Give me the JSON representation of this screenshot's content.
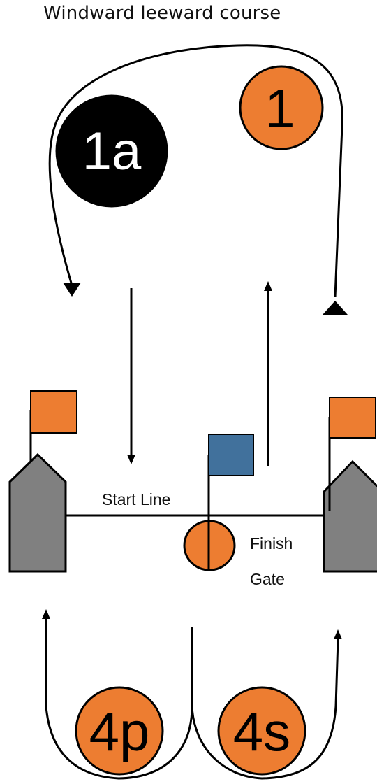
{
  "title": "Windward leeward course",
  "labels": {
    "start_line": "Start Line",
    "finish": "Finish",
    "gate": "Gate"
  },
  "marks": {
    "m1": "1",
    "m1a": "1a",
    "m4p": "4p",
    "m4s": "4s"
  },
  "colors": {
    "orange": "#ED7D31",
    "black": "#000000",
    "gray": "#808080",
    "blue": "#41719C"
  }
}
